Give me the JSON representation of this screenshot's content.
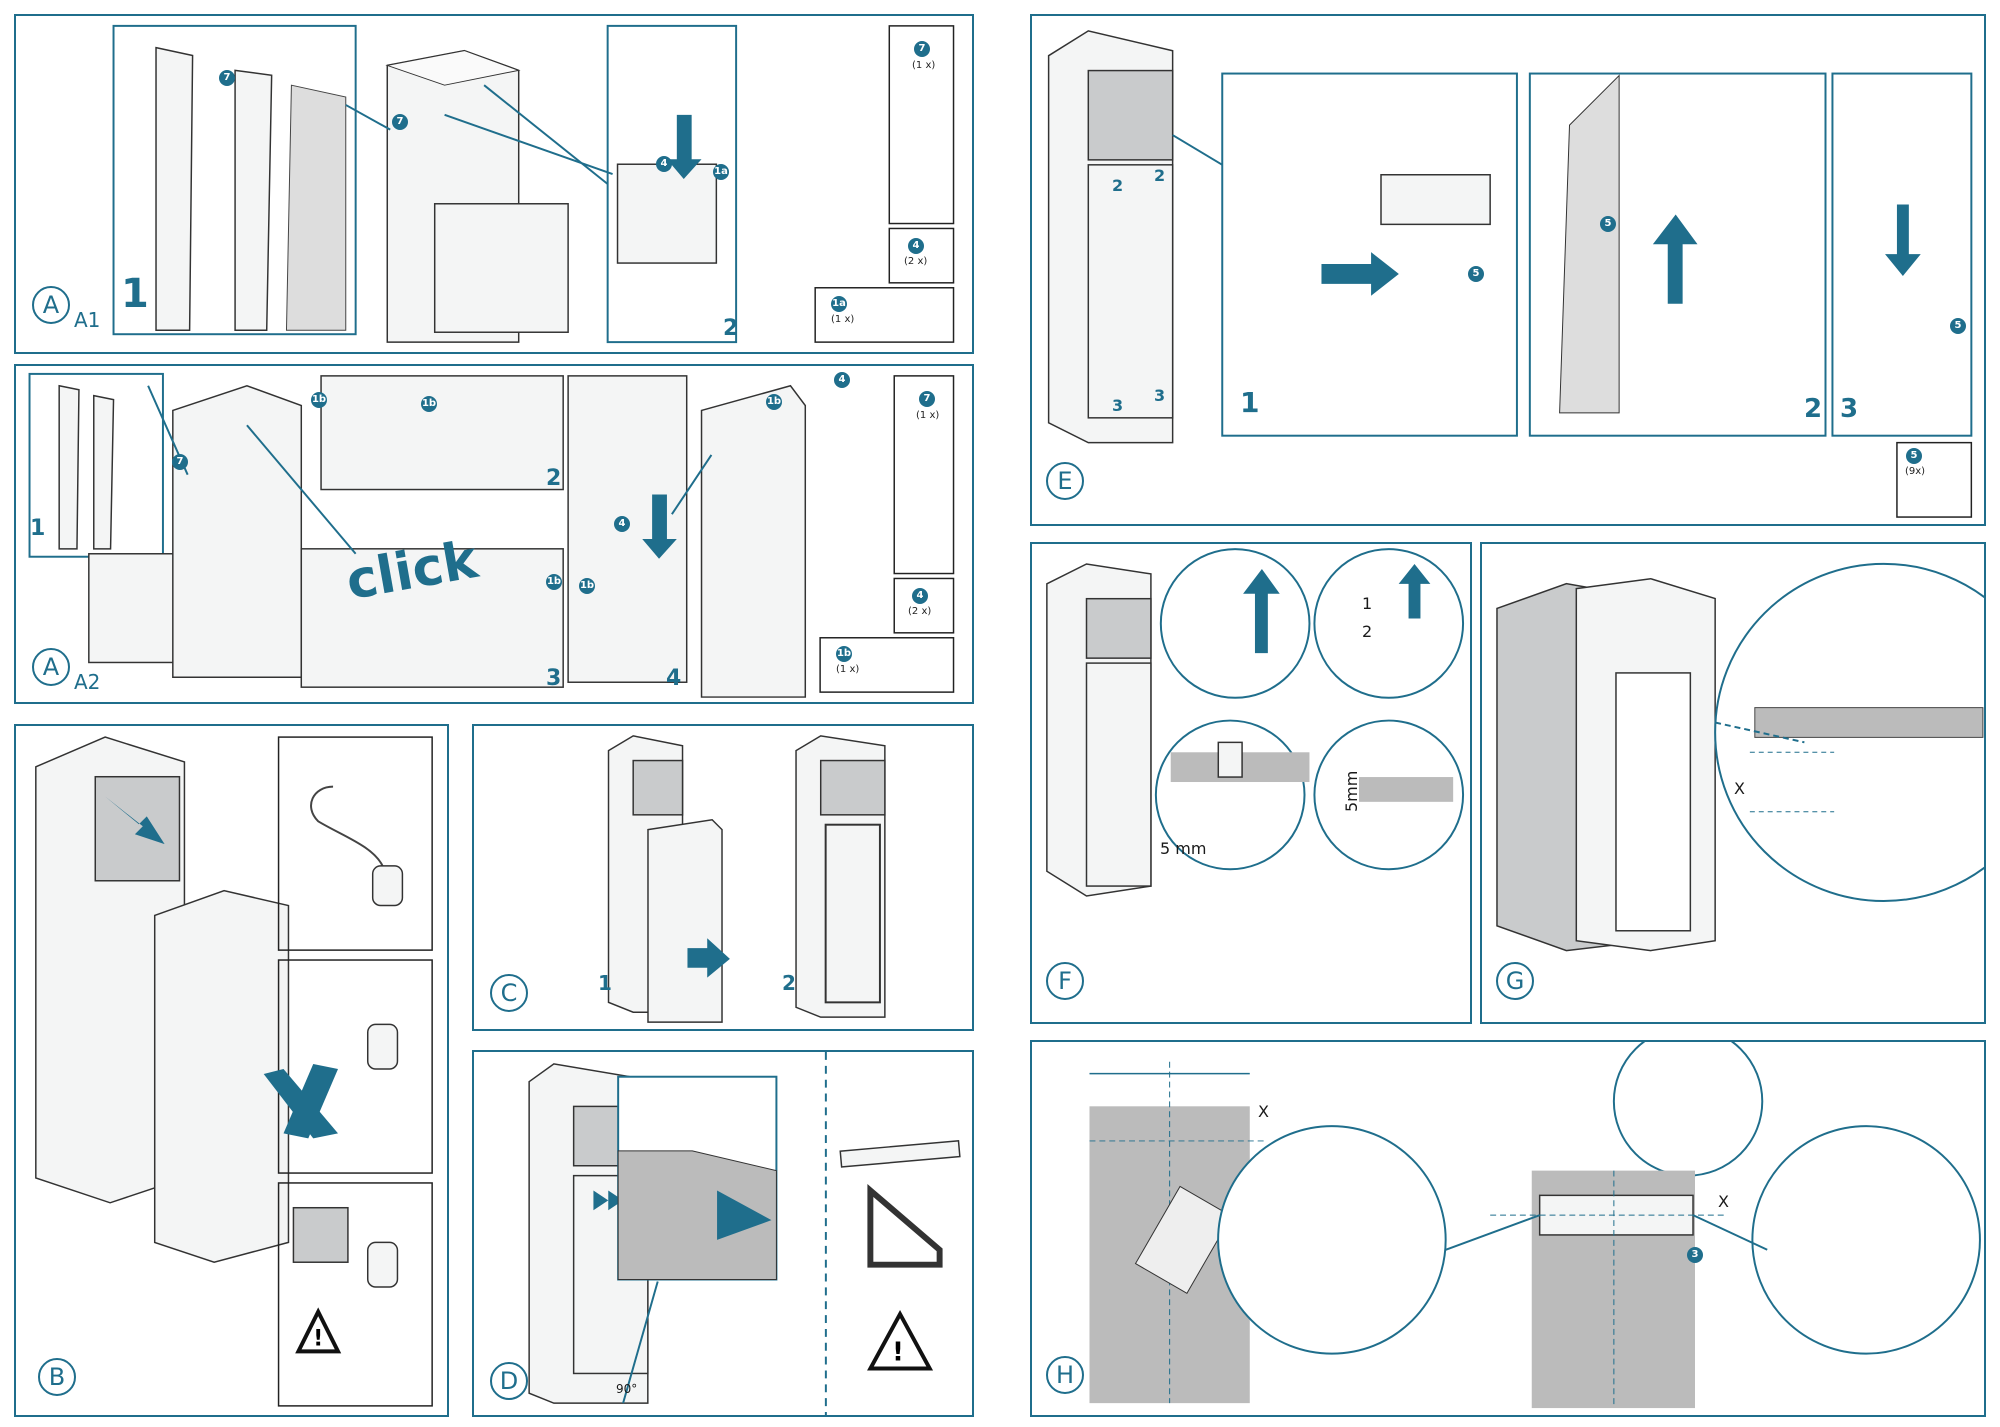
{
  "panels": {
    "a1": {
      "letter": "A",
      "suffix": "A1",
      "steps": [
        "1",
        "2"
      ],
      "badges": [
        "7",
        "7",
        "4",
        "1a"
      ],
      "parts": [
        {
          "badge": "7",
          "qty": "(1 x)"
        },
        {
          "badge": "4",
          "qty": "(2 x)"
        },
        {
          "badge": "1a",
          "qty": "(1 x)"
        }
      ]
    },
    "a2": {
      "letter": "A",
      "suffix": "A2",
      "steps": [
        "1",
        "2",
        "3",
        "4"
      ],
      "click_text": "click",
      "badges": [
        "1b",
        "7",
        "1b",
        "1b",
        "1b",
        "4",
        "1b",
        "4"
      ],
      "parts": [
        {
          "badge": "7",
          "qty": "(1 x)"
        },
        {
          "badge": "4",
          "qty": "(2 x)"
        },
        {
          "badge": "1b",
          "qty": "(1 x)"
        }
      ]
    },
    "b": {
      "letter": "B"
    },
    "c": {
      "letter": "C",
      "steps": [
        "1",
        "2"
      ]
    },
    "d": {
      "letter": "D",
      "angle": "90°"
    },
    "e": {
      "letter": "E",
      "steps": [
        "1",
        "2",
        "3"
      ],
      "callouts": [
        "2",
        "2",
        "3",
        "3"
      ],
      "badges": [
        "5",
        "5",
        "5"
      ],
      "part": {
        "badge": "5",
        "qty": "(9x)"
      }
    },
    "f": {
      "letter": "F",
      "nums": [
        "1",
        "2"
      ],
      "meas1": "5 mm",
      "meas2": "5mm"
    },
    "g": {
      "letter": "G",
      "x": "X"
    },
    "h": {
      "letter": "H",
      "x1": "X",
      "x2": "X",
      "badge": "3"
    }
  },
  "colors": {
    "accent": "#1f6e8c",
    "line": "#222222",
    "fill": "#c9cbcc"
  }
}
